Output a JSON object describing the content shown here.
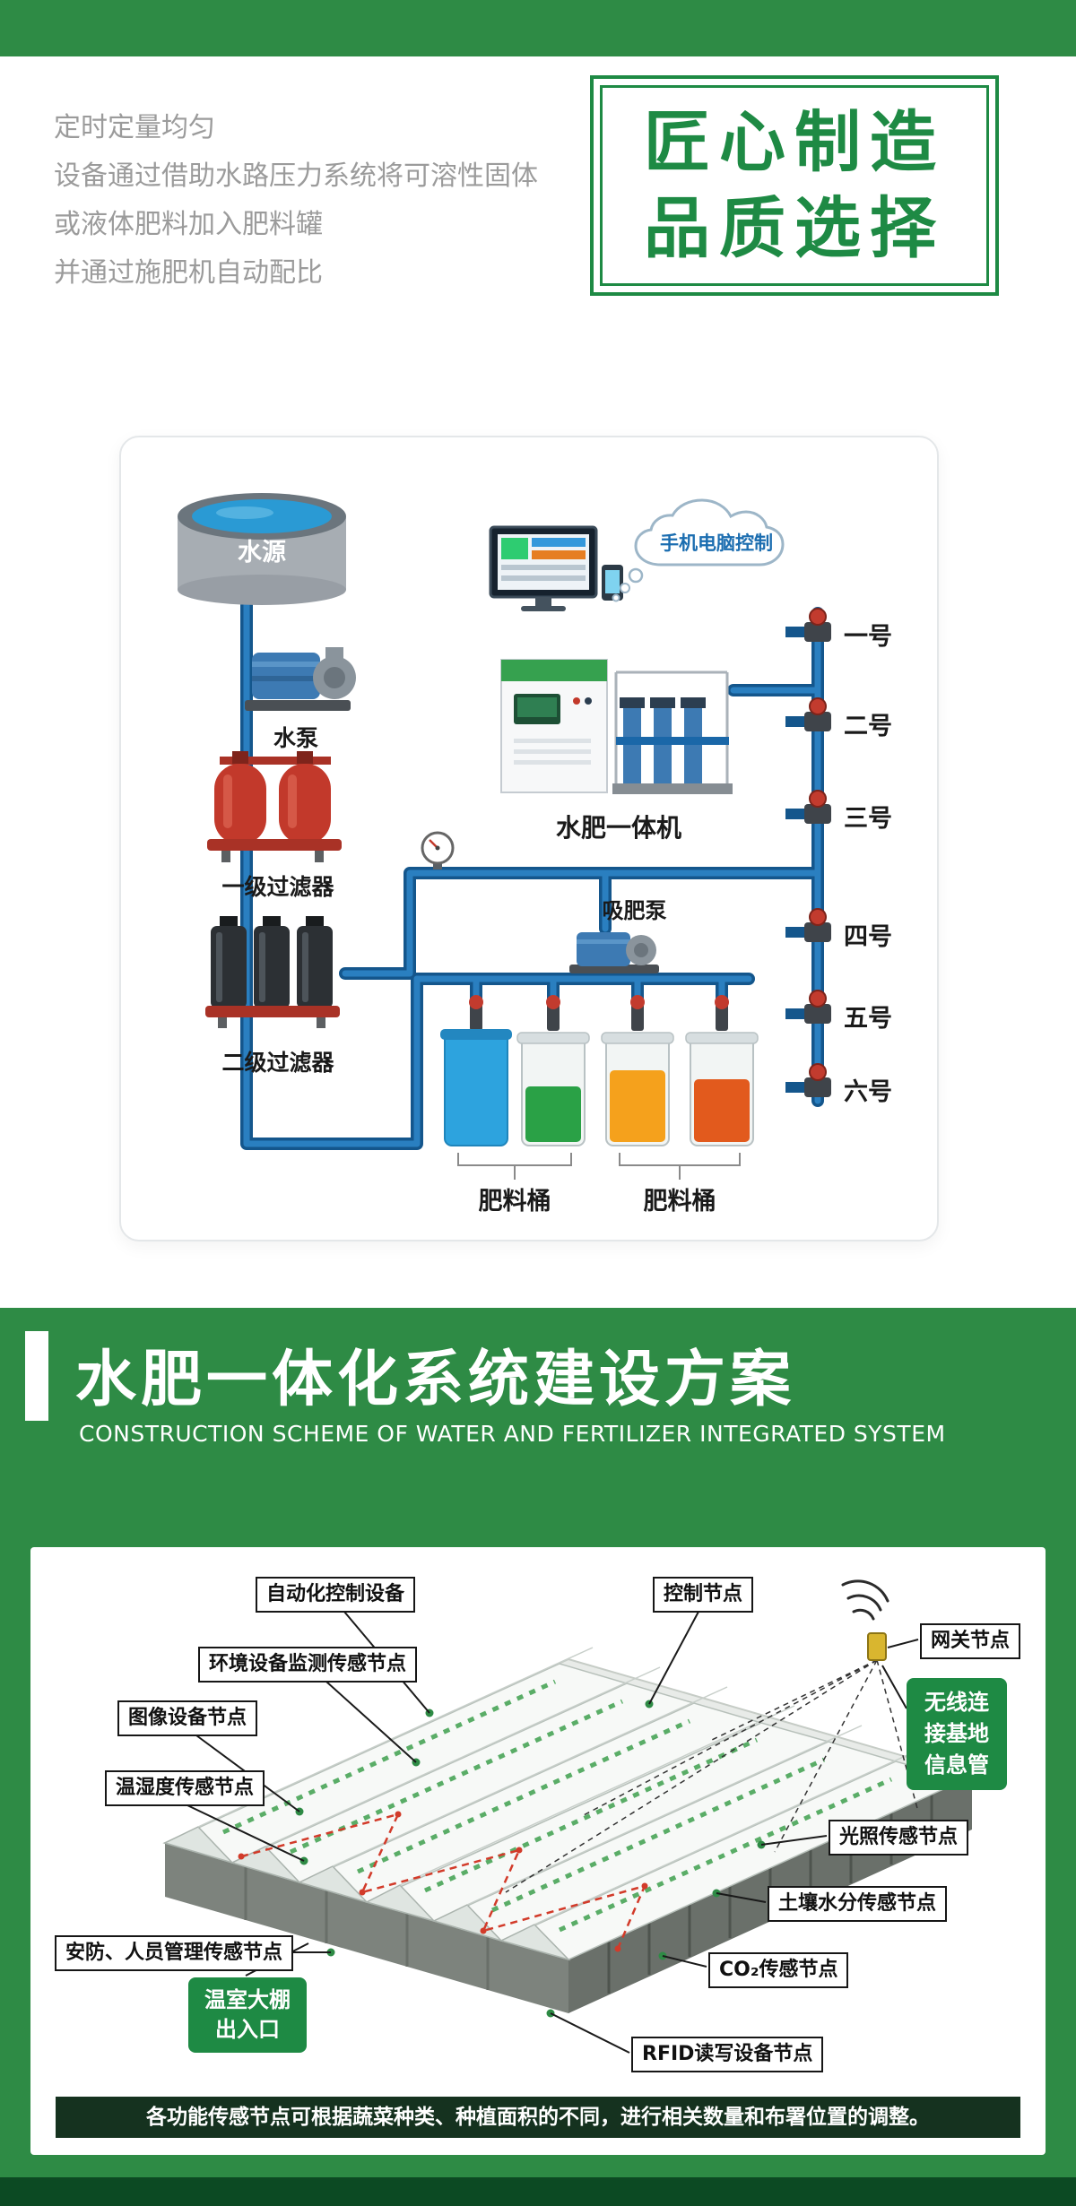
{
  "colors": {
    "green": "#2e8b45",
    "green_dark": "#0c4a23",
    "accent_green": "#1e8a44",
    "pipe_blue": "#1a67a8"
  },
  "intro": {
    "lines": [
      "定时定量均匀",
      "设备通过借助水路压力系统将可溶性固体",
      "或液体肥料加入肥料罐",
      "并通过施肥机自动配比"
    ],
    "badge": [
      "匠心制造",
      "品质选择"
    ]
  },
  "diagram": {
    "water_source": "水源",
    "water_pump": "水泵",
    "primary_filter": "一级过滤器",
    "secondary_filter": "二级过滤器",
    "machine": "水肥一体机",
    "remote_control": "手机电脑控制",
    "suction_pump": "吸肥泵",
    "bucket_group_1": "肥料桶",
    "bucket_group_2": "肥料桶",
    "valves": [
      "一号",
      "二号",
      "三号",
      "四号",
      "五号",
      "六号"
    ]
  },
  "scheme": {
    "title": "水肥一体化系统建设方案",
    "subtitle": "CONSTRUCTION SCHEME OF WATER AND FERTILIZER INTEGRATED SYSTEM",
    "callouts": {
      "auto_control": "自动化控制设备",
      "env_monitor": "环境设备监测传感节点",
      "image_node": "图像设备节点",
      "temp_humidity": "温湿度传感节点",
      "security": "安防、人员管理传感节点",
      "entrance": "温室大棚出入口",
      "control_node": "控制节点",
      "gateway": "网关节点",
      "wireless": "无线连接基地信息管",
      "light": "光照传感节点",
      "soil_moisture": "土壤水分传感节点",
      "co2": "CO₂传感节点",
      "rfid": "RFID读写设备节点"
    },
    "note": "各功能传感节点可根据蔬菜种类、种植面积的不同，进行相关数量和布署位置的调整。"
  }
}
